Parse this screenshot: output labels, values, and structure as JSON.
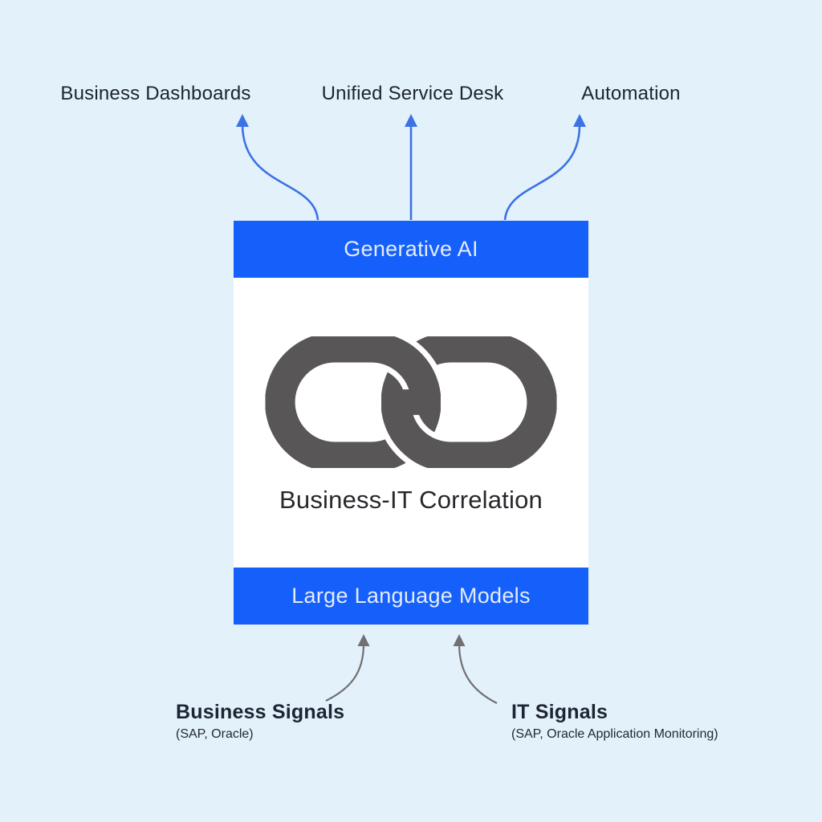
{
  "diagram": {
    "title_hint": "Business-IT correlation with Generative AI",
    "outputs": [
      {
        "label": "Business Dashboards"
      },
      {
        "label": "Unified Service Desk"
      },
      {
        "label": "Automation"
      }
    ],
    "core_box": {
      "header": "Generative AI",
      "icon": "chain-link-icon",
      "center_label": "Business-IT Correlation",
      "footer": "Large Language Models"
    },
    "inputs": [
      {
        "label": "Business Signals",
        "sublabel": "(SAP, Oracle)"
      },
      {
        "label": "IT Signals",
        "sublabel": "(SAP, Oracle Application Monitoring)"
      }
    ],
    "colors": {
      "background": "#e3f1fb",
      "band_blue": "#1560fb",
      "band_text": "#e4ecfb",
      "arrow_blue": "#3b72e4",
      "arrow_gray": "#707070",
      "chain_gray": "#595657",
      "label_dark": "#1c2531",
      "box_white": "#ffffff"
    }
  }
}
